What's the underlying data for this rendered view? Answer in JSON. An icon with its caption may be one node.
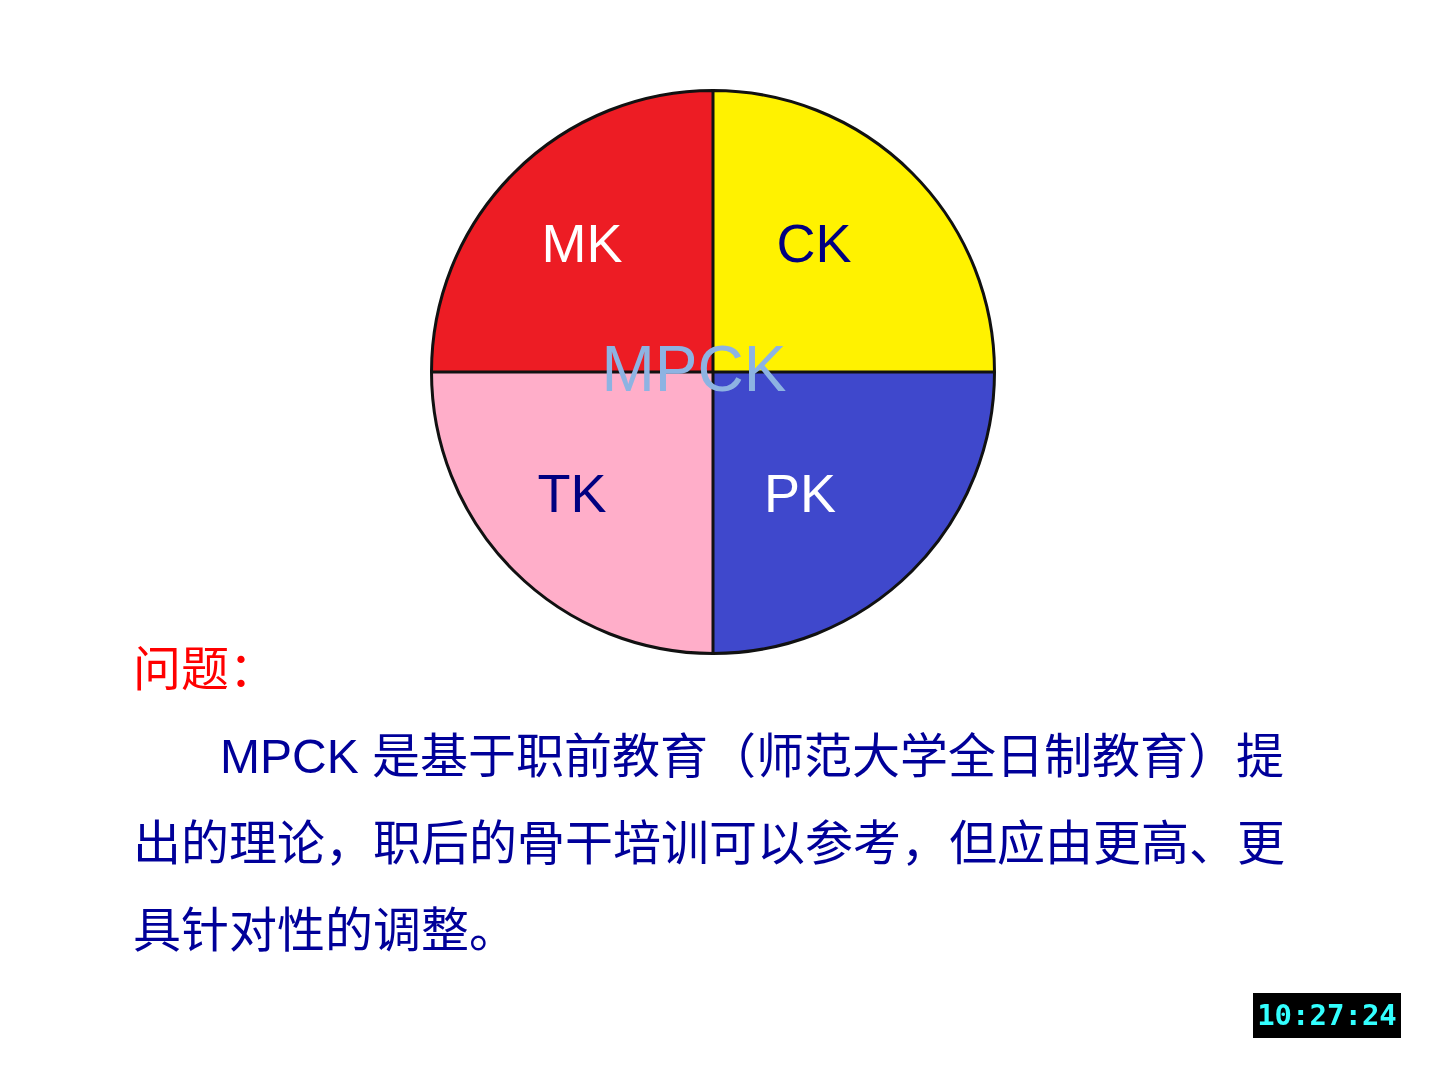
{
  "diagram": {
    "nodes": [
      {
        "text": [
          "MK"
        ]
      },
      {
        "text": [
          "CK"
        ]
      },
      {
        "text": [
          "TK"
        ]
      },
      {
        "text": [
          "PK"
        ]
      }
    ],
    "labels": [
      "MPCK",
      "问题：",
      "MPCK 是基于职前教育（师范大学全日制教育）提出的理论，职后的骨干培训可以参考，但应由更高、更具针对性的调整。",
      "10:27:24"
    ]
  }
}
